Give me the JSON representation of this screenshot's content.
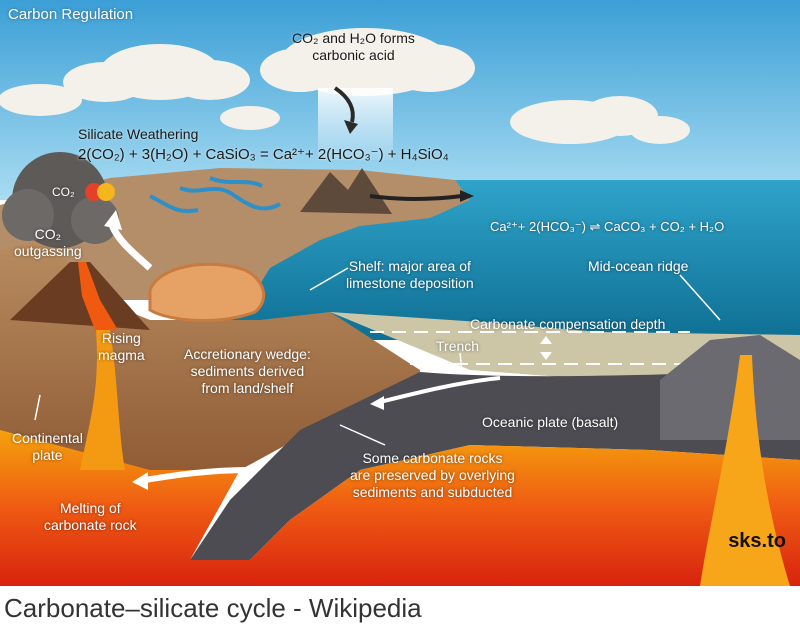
{
  "diagram": {
    "title": "Carbon Regulation",
    "labels": {
      "carbonic_acid": "CO₂ and H₂O forms\ncarbonic acid",
      "silicate_weathering": "Silicate Weathering",
      "weathering_equation": "2(CO₂) + 3(H₂O) + CaSiO₃  =  Ca²⁺+ 2(HCO₃⁻) + H₄SiO₄",
      "ocean_equation": "Ca²⁺+ 2(HCO₃⁻) ⇌ CaCO₃ + CO₂ + H₂O",
      "co2_volcano": "CO₂",
      "co2_outgassing": "CO₂\noutgassing",
      "shelf": "Shelf: major area of\nlimestone deposition",
      "mid_ocean_ridge": "Mid-ocean ridge",
      "carbonate_depth": "Carbonate compensation depth",
      "trench": "Trench",
      "rising_magma": "Rising\nmagma",
      "accretionary_wedge": "Accretionary wedge:\nsediments derived\nfrom land/shelf",
      "oceanic_plate": "Oceanic plate (basalt)",
      "continental_plate": "Continental\nplate",
      "preserved_rocks": "Some carbonate rocks\nare preserved by overlying\nsediments and subducted",
      "melting": "Melting of\ncarbonate rock"
    },
    "watermark": "sks.to"
  },
  "caption": "Carbonate–silicate cycle - Wikipedia"
}
